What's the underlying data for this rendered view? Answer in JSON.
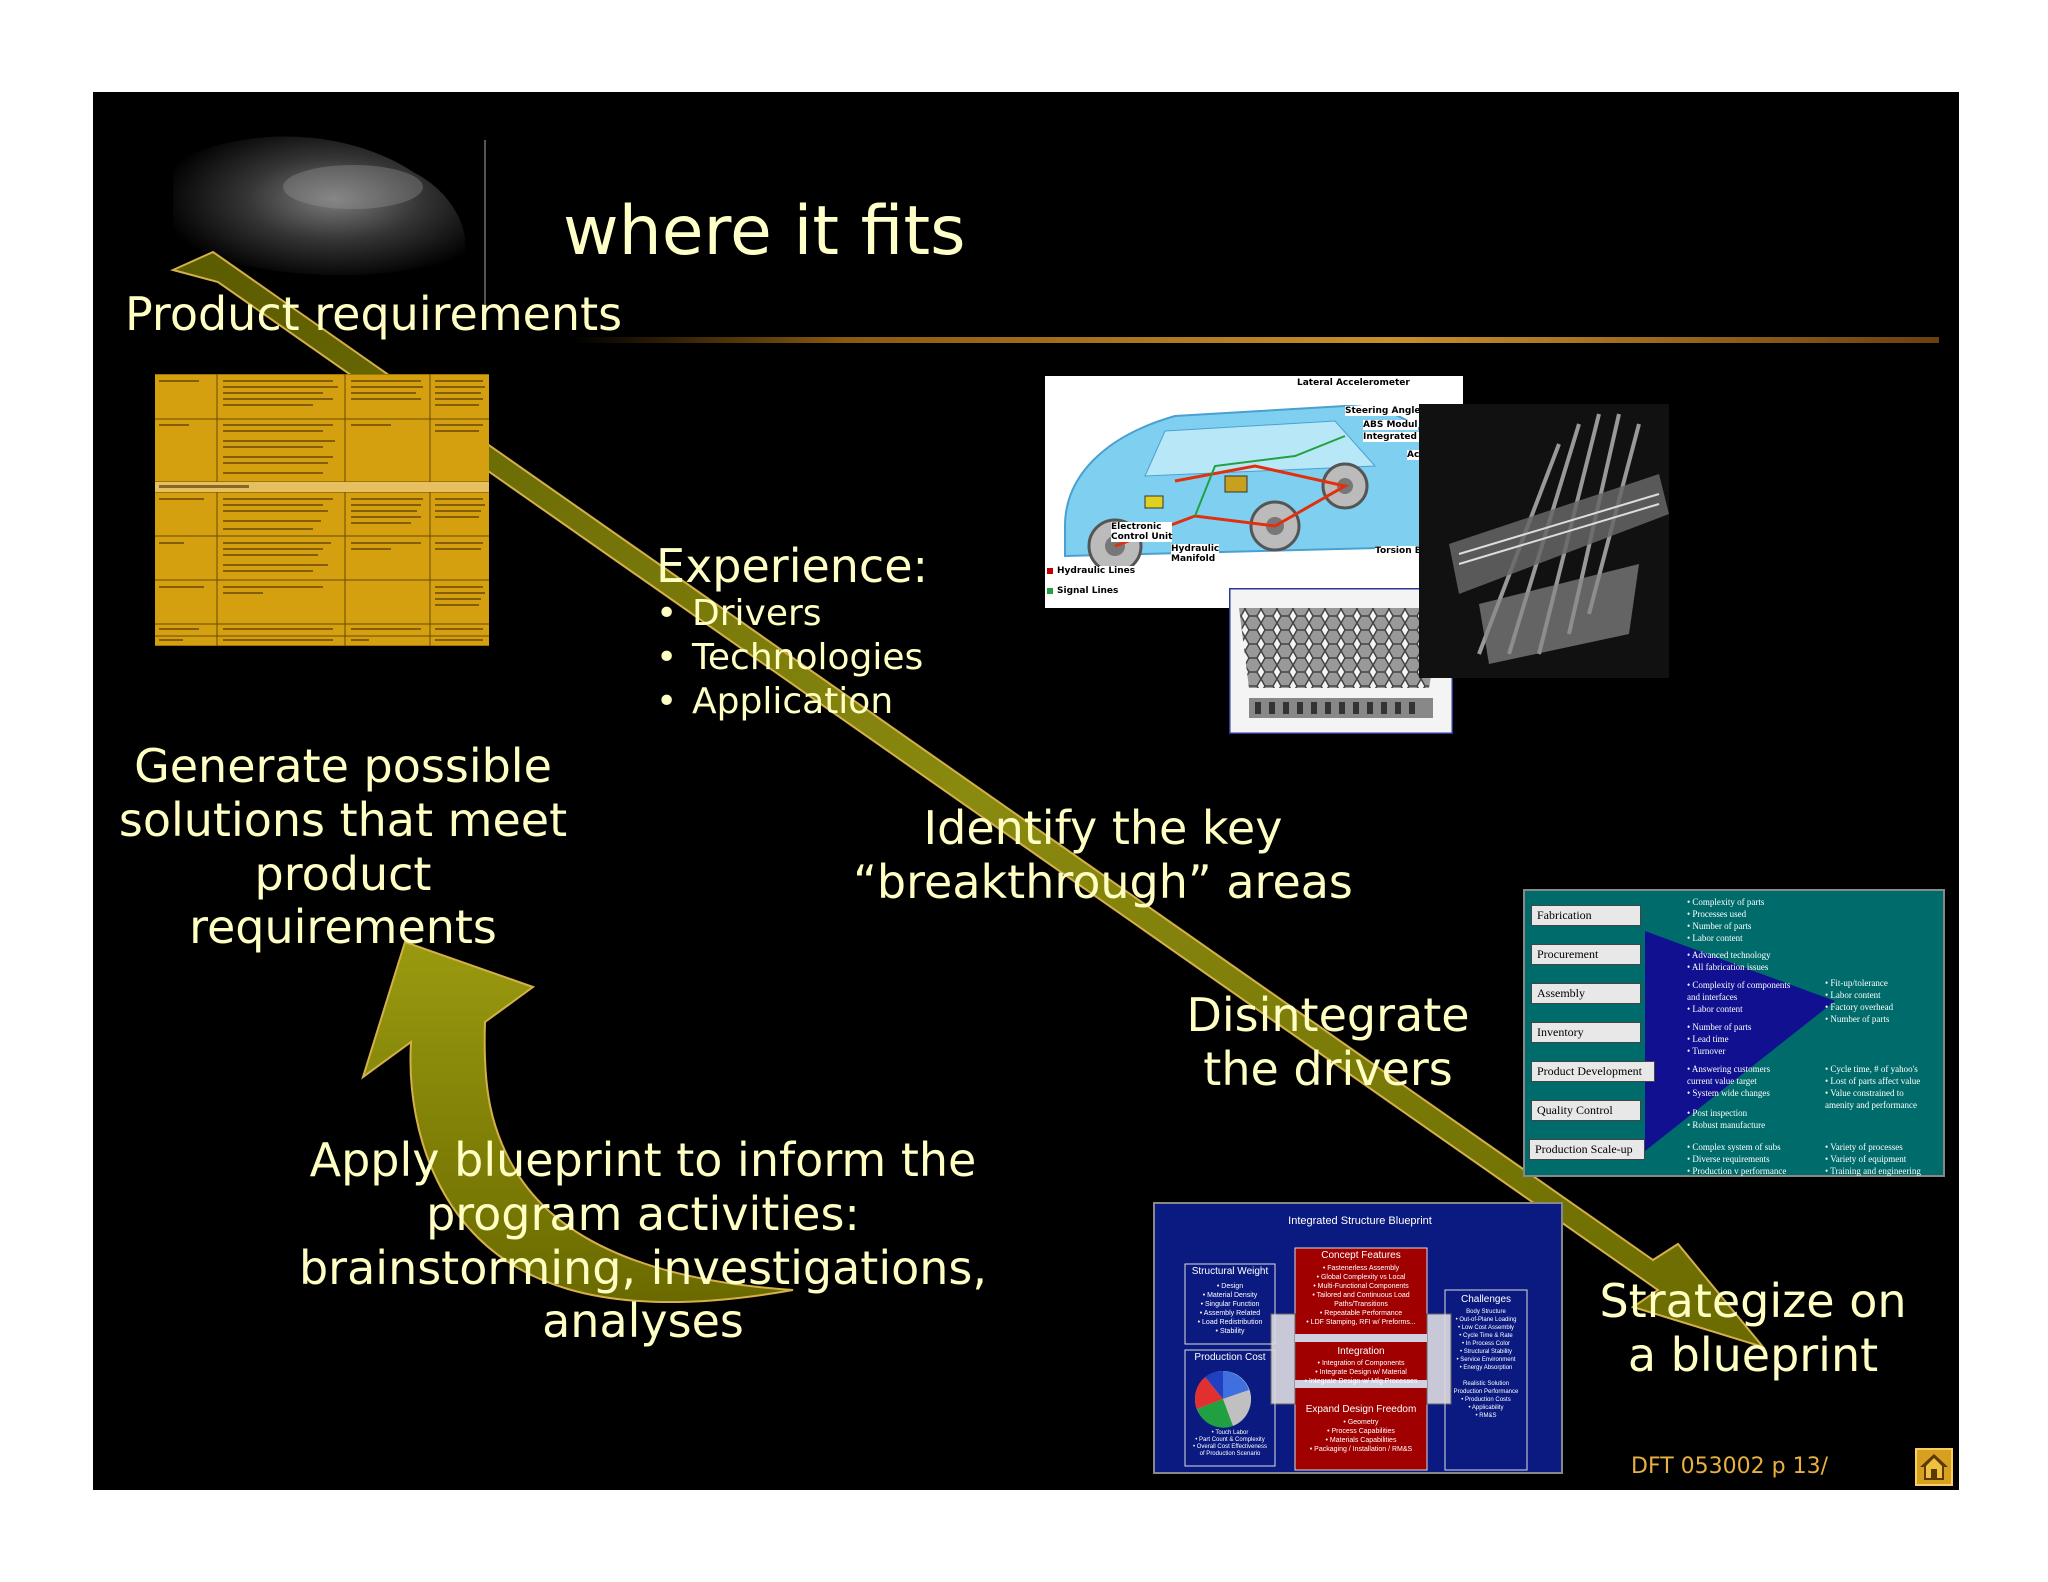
{
  "slide": {
    "title": "where it fits",
    "product_requirements": "Product requirements",
    "generate": "Generate possible\nsolutions that meet\nproduct requirements",
    "experience": {
      "heading": "Experience:",
      "items": [
        "Drivers",
        "Technologies",
        "Application"
      ]
    },
    "identify": "Identify the key\n“breakthrough” areas",
    "disintegrate": "Disintegrate\nthe drivers",
    "apply": "Apply blueprint to inform the\nprogram activities:\nbrainstorming, investigations,\nanalyses",
    "strategize": "Strategize on\na blueprint",
    "footer": "DFT 053002 p 13/"
  },
  "vehicle_diagram": {
    "labels": [
      "Lateral Accelerometer",
      "Steering Angle",
      "ABS Modul",
      "Integrated C",
      "Ac",
      "Electronic\nControl Unit",
      "Hydraulic\nManifold",
      "Torsion B"
    ],
    "legend": [
      "Hydraulic Lines",
      "Signal Lines"
    ]
  },
  "drivers_table": {
    "labels": [
      "Fabrication",
      "Procurement",
      "Assembly",
      "Inventory",
      "Product Development",
      "Quality Control",
      "Production Scale-up"
    ],
    "mid_notes": [
      "• Complexity of parts\n• Processes used\n• Number of parts\n• Labor content",
      "• Advanced technology\n• All fabrication issues",
      "• Complexity of components\n   and interfaces\n• Labor content",
      "• Number of parts\n• Lead time\n• Turnover",
      "• Answering customers\n   current value target\n• System wide changes",
      "• Post inspection\n• Robust manufacture",
      "• Complex system of subs\n• Diverse requirements\n• Production v performance"
    ],
    "right_notes": [
      "• Fit-up/tolerance\n• Labor content\n• Factory overhead\n• Number of parts",
      "• Cycle time, # of yahoo's\n• Lost of parts affect value\n• Value constrained to\n   amenity and performance",
      "• Variety of processes\n• Variety of equipment\n• Training and engineering"
    ]
  },
  "blueprint": {
    "title": "Integrated Structure Blueprint",
    "structural_weight": "Structural Weight",
    "structural_weight_items": "• Design\n• Material Density\n• Singular Function\n• Assembly Related\n• Load Redistribution\n• Stability",
    "concept_features": "Concept Features",
    "concept_items": "• Fastenerless Assembly\n• Global Complexity vs Local\n• Multi-Functional Components\n• Tailored and Continuous Load\nPaths/Transitions\n• Repeatable Performance\n• LDF Stamping, RFI w/ Preforms...",
    "integration": "Integration",
    "integration_items": "• Integration of Components\n• Integrate Design w/ Material\n• Integrate Design w/ Mfg Processes",
    "expand": "Expand Design Freedom",
    "expand_items": "• Geometry\n• Process Capabilities\n• Materials Capabilities\n• Packaging / Installation / RM&S",
    "production_cost": "Production Cost",
    "production_cost_items": "• Touch Labor\n• Part Count & Complexity\n• Overall Cost Effectiveness\nof Production Scenario",
    "challenges": "Challenges",
    "challenges_items": "Body Structure\n• Out-of-Plane Loading\n• Low Cost Assembly\n• Cycle Time & Rate\n• In Process Color\n• Structural Stability\n• Service Environment\n• Energy Absorption\n\nRealistic Solution\nProduction Performance\n• Production Costs\n• Applicability\n• RM&S"
  },
  "colors": {
    "background": "#000000",
    "text": "#ffffc4",
    "arrow": "#6e6e00",
    "arrow_edge": "#d4b04a",
    "table_gold": "#d4a010",
    "teal": "#006b6b",
    "blueprint_blue": "#0a1a80",
    "footer": "#e8b040"
  },
  "icons": [
    "home-icon",
    "car-photo-icon"
  ]
}
